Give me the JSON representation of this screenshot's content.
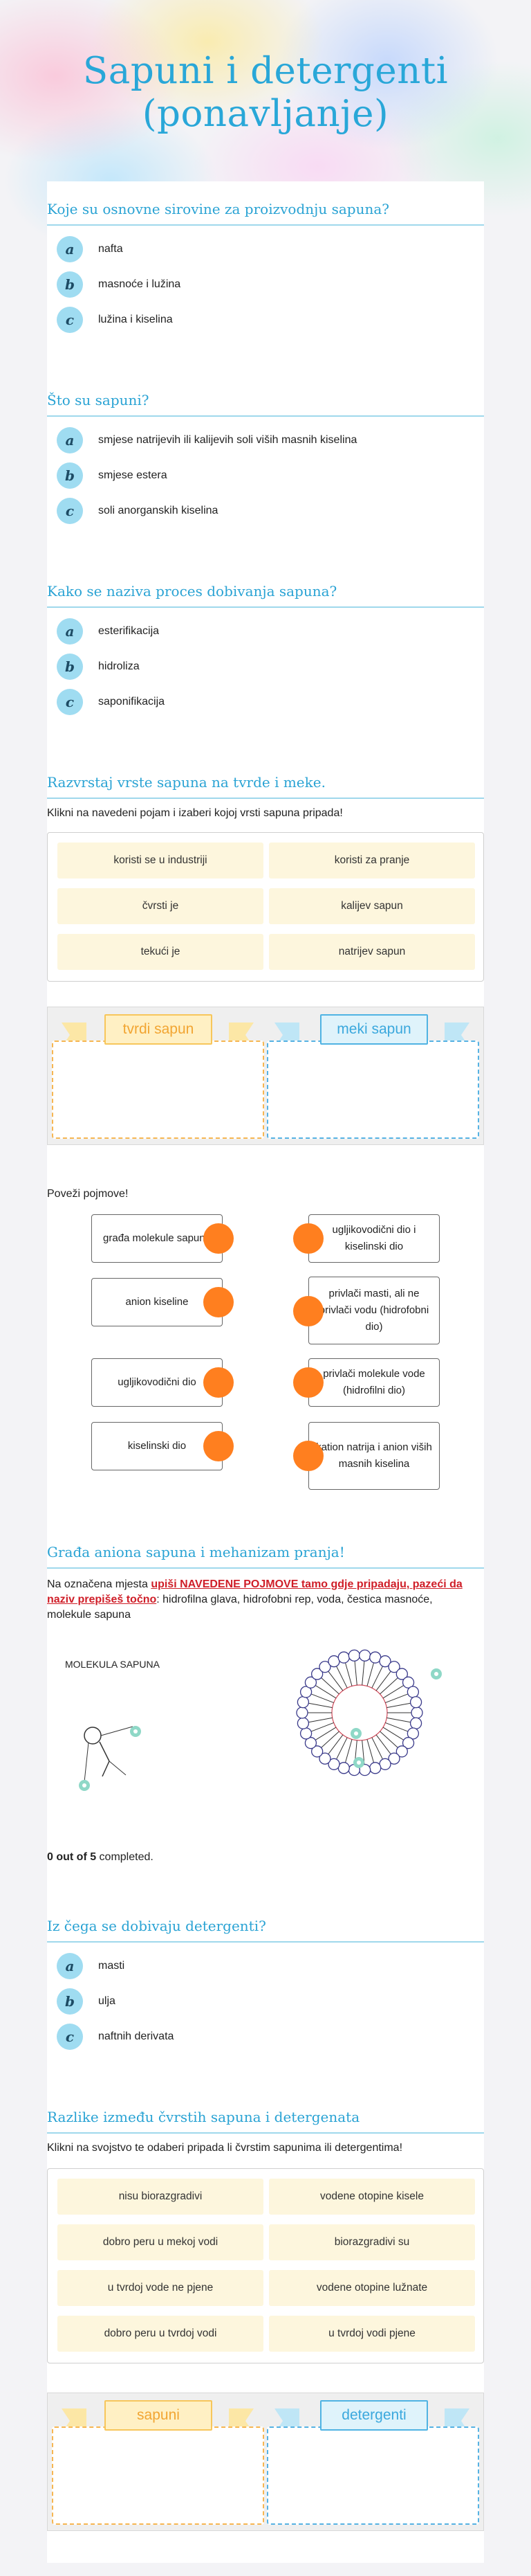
{
  "title": "Sapuni i detergenti (ponavljanje)",
  "q1": {
    "question": "Koje su osnovne sirovine za proizvodnju sapuna?",
    "options": [
      {
        "letter": "a",
        "text": "nafta"
      },
      {
        "letter": "b",
        "text": "masnoće i lužina"
      },
      {
        "letter": "c",
        "text": "lužina i kiselina"
      }
    ]
  },
  "q2": {
    "question": "Što su sapuni?",
    "options": [
      {
        "letter": "a",
        "text": "smjese natrijevih ili kalijevih soli viših masnih kiselina"
      },
      {
        "letter": "b",
        "text": "smjese estera"
      },
      {
        "letter": "c",
        "text": "soli anorganskih kiselina"
      }
    ]
  },
  "q3": {
    "question": "Kako se naziva proces dobivanja sapuna?",
    "options": [
      {
        "letter": "a",
        "text": "esterifikacija"
      },
      {
        "letter": "b",
        "text": "hidroliza"
      },
      {
        "letter": "c",
        "text": "saponifikacija"
      }
    ]
  },
  "sort1": {
    "title": "Razvrstaj vrste sapuna na tvrde i meke.",
    "instruction": "Klikni na navedeni pojam i izaberi kojoj vrsti sapuna pripada!",
    "chips": [
      "koristi se u industriji",
      "koristi za pranje",
      "čvrsti je",
      "kalijev sapun",
      "tekući je",
      "natrijev sapun"
    ],
    "cat_left": "tvrdi sapun",
    "cat_right": "meki sapun"
  },
  "match": {
    "title": "Poveži pojmove!",
    "left": [
      "građa molekule sapuna",
      "anion kiseline",
      "ugljikovodični dio",
      "kiselinski dio"
    ],
    "right": [
      "ugljikovodični dio i kiselinski dio",
      "privlači masti, ali ne privlači vodu (hidrofobni dio)",
      "privlači molekule vode (hidrofilni dio)",
      "kation natrija i anion viših masnih kiselina"
    ]
  },
  "fill": {
    "title": "Građa aniona sapuna i mehanizam pranja!",
    "instr_a": "Na označena mjesta ",
    "instr_red": "upiši NAVEDENE POJMOVE tamo gdje pripadaju, pazeći da naziv prepišeš točno",
    "instr_b": ": hidrofilna glava, hidrofobni rep, voda, čestica masnoće, molekule sapuna",
    "molecule_label": "MOLEKULA SAPUNA",
    "score_bold": "0 out of 5",
    "score_rest": " completed."
  },
  "q4": {
    "question": "Iz čega se dobivaju detergenti?",
    "options": [
      {
        "letter": "a",
        "text": "masti"
      },
      {
        "letter": "b",
        "text": "ulja"
      },
      {
        "letter": "c",
        "text": "naftnih derivata"
      }
    ]
  },
  "sort2": {
    "title": "Razlike između čvrstih sapuna i detergenata",
    "instruction": "Klikni na svojstvo te odaberi pripada li čvrstim sapunima ili detergentima!",
    "chips": [
      "nisu biorazgradivi",
      "vodene otopine kisele",
      "dobro peru u mekoj vodi",
      "biorazgradivi su",
      "u tvrdoj vode ne pjene",
      "vodene otopine lužnate",
      "dobro peru u tvrdoj vodi",
      "u tvrdoj vodi pjene"
    ],
    "cat_left": "sapuni",
    "cat_right": "detergenti"
  },
  "colors": {
    "accent": "#2aa3d4",
    "letter_bg": "#9fdcf1",
    "chip_bg": "#fdf6dd",
    "dot": "#ff7f1f"
  }
}
